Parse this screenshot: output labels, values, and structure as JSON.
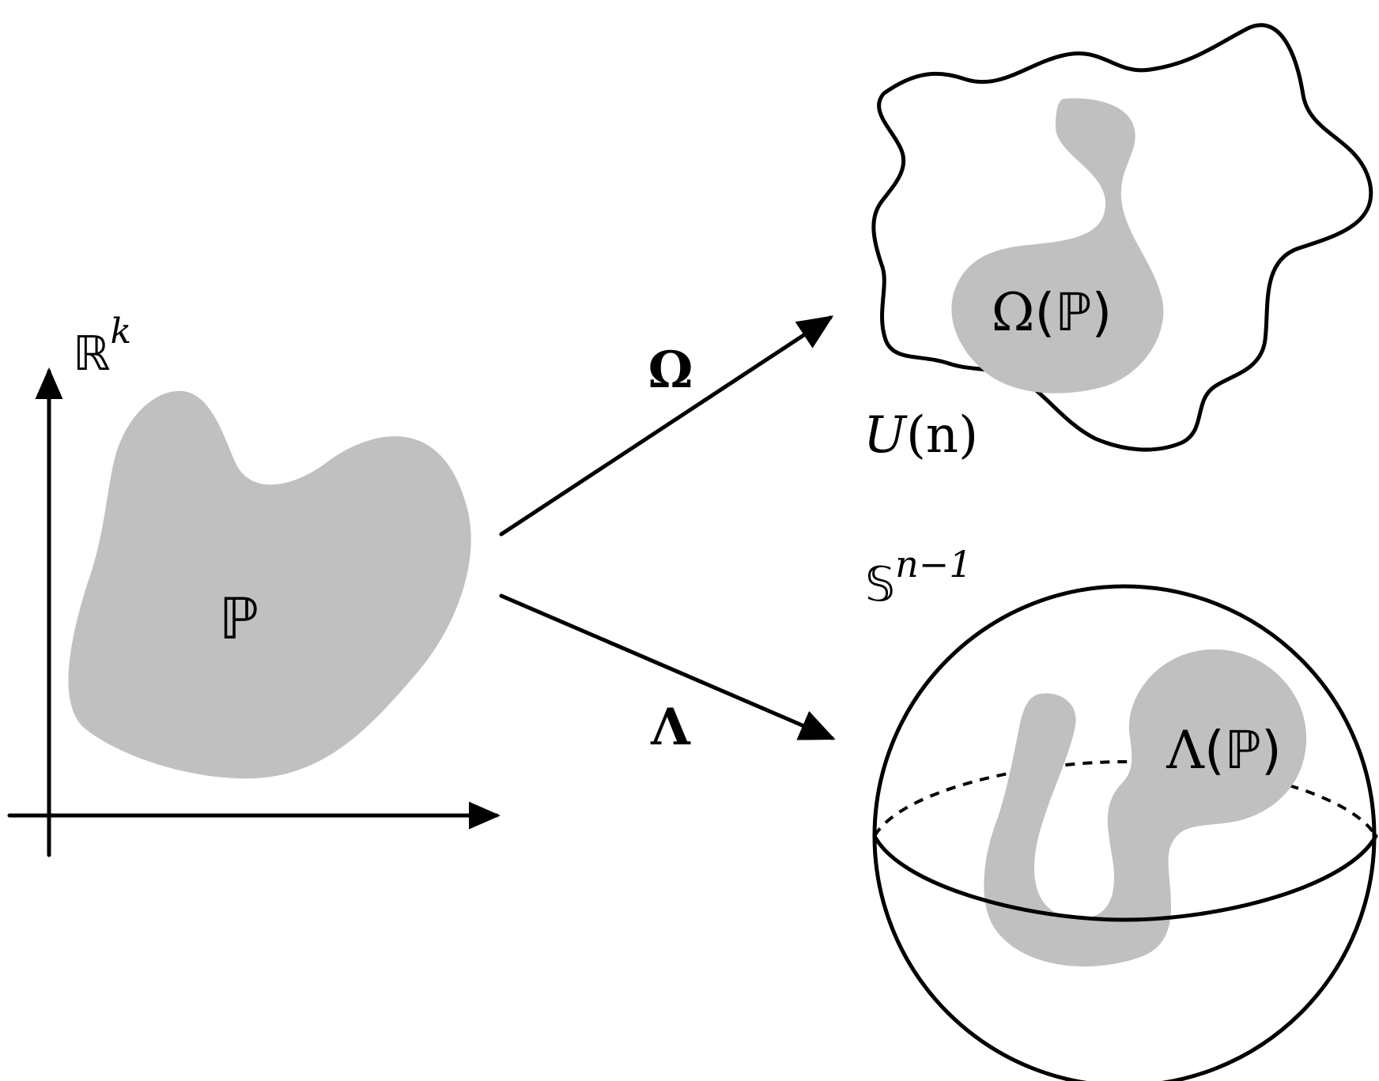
{
  "labels": {
    "left_space": "ℝ",
    "left_space_exp": "k",
    "domain_set": "ℙ",
    "upper_map": "Ω",
    "lower_map": "Λ",
    "upper_space_letter": "U",
    "upper_space_arg": "(n)",
    "upper_image_map": "Ω",
    "upper_image_arg": "(ℙ)",
    "sphere": "𝕊",
    "sphere_exp": "n−1",
    "lower_image_map": "Λ",
    "lower_image_arg": "(ℙ)"
  },
  "colors": {
    "fill": "#c0c0c0",
    "stroke": "#000000"
  }
}
